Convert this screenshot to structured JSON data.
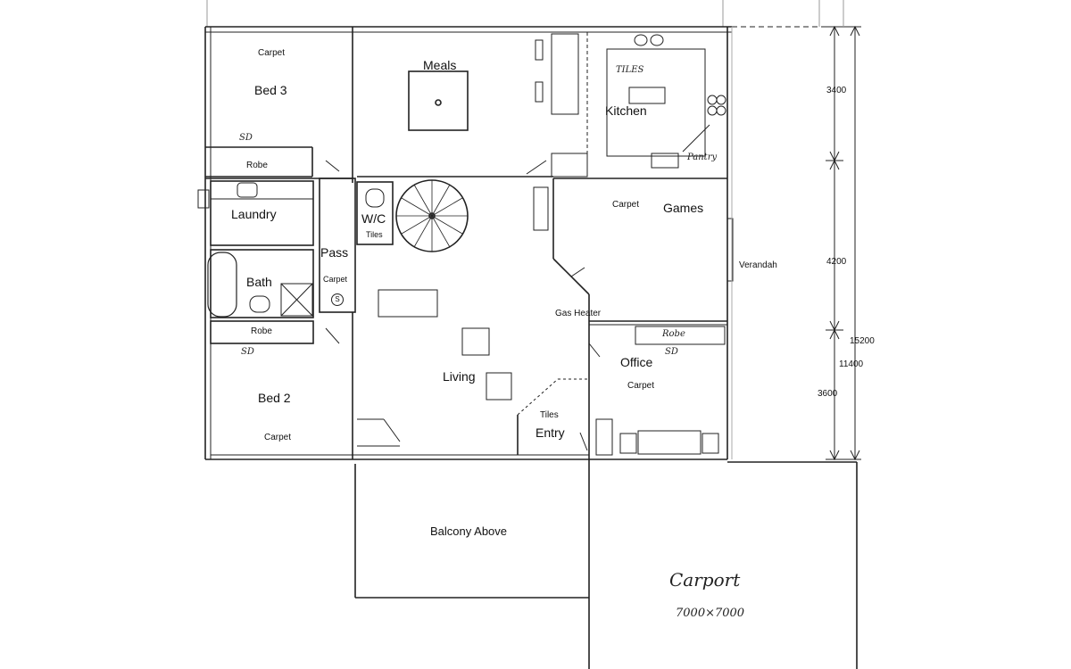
{
  "rooms": {
    "bed3": "Bed 3",
    "meals": "Meals",
    "kitchen": "Kitchen",
    "laundry": "Laundry",
    "wc": "W/C",
    "pass": "Pass",
    "bath": "Bath",
    "games": "Games",
    "verandah": "Verandah",
    "living": "Living",
    "office": "Office",
    "bed2": "Bed 2",
    "entry": "Entry",
    "balcony": "Balcony Above",
    "carport": "Carport"
  },
  "notes": {
    "bed3_carpet": "Carpet",
    "robe_upper": "Robe",
    "wc_tiles": "Tiles",
    "pass_carpet": "Carpet",
    "bath_s": "S",
    "robe_lower": "Robe",
    "bed2_carpet": "Carpet",
    "games_carpet": "Carpet",
    "gas_heater": "Gas Heater",
    "office_carpet": "Carpet",
    "entry_tiles": "Tiles",
    "kitchen_tiles": "TILES",
    "pantry": "Pantry",
    "office_robe": "Robe",
    "sd_upper": "SD",
    "sd_lower": "SD",
    "sd_office": "SD",
    "carport_size": "7000×7000"
  },
  "dimensions": {
    "d3400": "3400",
    "d4200": "4200",
    "d3600": "3600",
    "d15200": "15200",
    "d11400": "11400"
  },
  "colors": {
    "line": "#222222",
    "faint": "#9a9a9a"
  }
}
